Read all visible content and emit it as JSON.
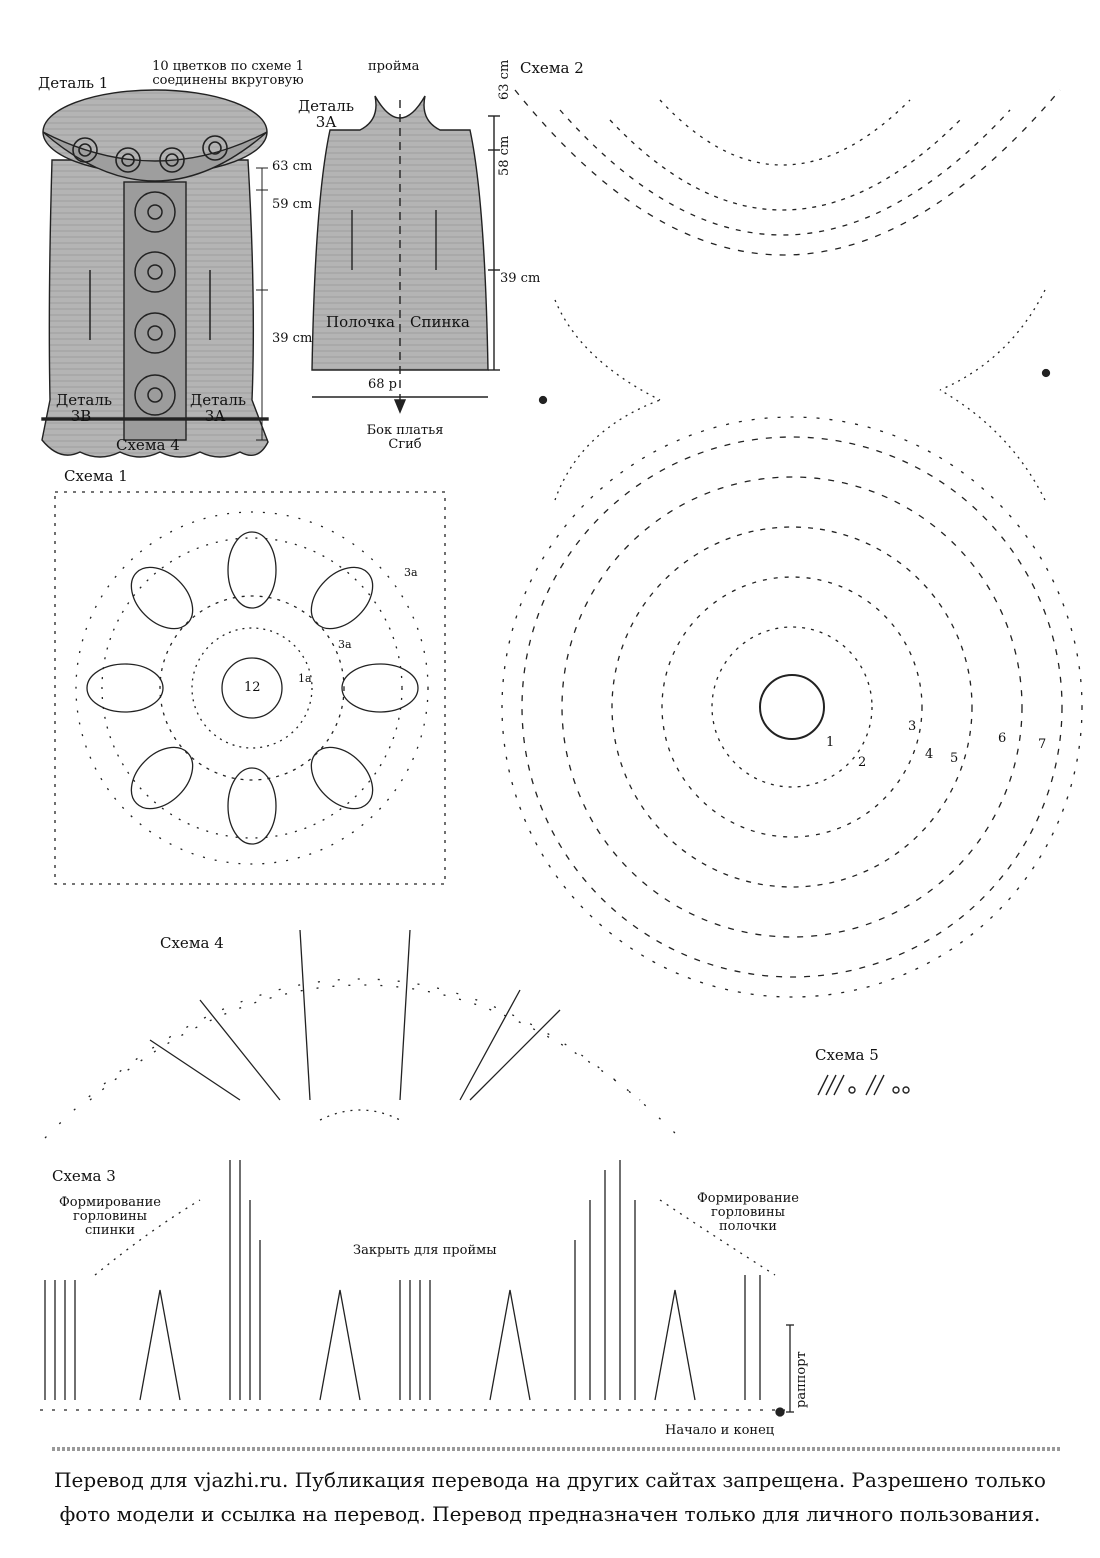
{
  "detail1": {
    "title": "Деталь 1",
    "note": "10 цветков по схеме 1\nсоединены вкруговую",
    "part_3b": "Деталь\n3B",
    "part_3a": "Деталь\n3A",
    "scheme4_label": "Схема 4",
    "dims": [
      "63 cm",
      "59 cm",
      "39 cm"
    ]
  },
  "detail3a": {
    "armhole": "пройма",
    "title": "Деталь\n3A",
    "front": "Полочка",
    "back": "Спинка",
    "width": "68 р",
    "side": "Бок платья\nСгиб",
    "dims": [
      "63 cm",
      "58 cm",
      "39 cm"
    ]
  },
  "scheme1": {
    "title": "Схема 1",
    "center_num": "12",
    "marks": [
      "3a",
      "3a",
      "1a"
    ]
  },
  "scheme2": {
    "title": "Схема 2",
    "row_nums": [
      "1",
      "2",
      "3",
      "4",
      "5",
      "6",
      "7"
    ]
  },
  "scheme4": {
    "title": "Схема 4"
  },
  "scheme5": {
    "title": "Схема 5"
  },
  "scheme3": {
    "title": "Схема 3",
    "neck_back": "Формирование\nгорловины\nспинки",
    "neck_front": "Формирование\nгорловины\nполочки",
    "close_armhole": "Закрыть для проймы",
    "start_end": "Начало и конец",
    "repeat": "раппорт"
  },
  "footer": {
    "line1": "Перевод для vjazhi.ru. Публикация перевода на других сайтах запрещена. Разрешено только",
    "line2": "фото модели и ссылка на перевод.  Перевод предназначен только для личного пользования."
  }
}
